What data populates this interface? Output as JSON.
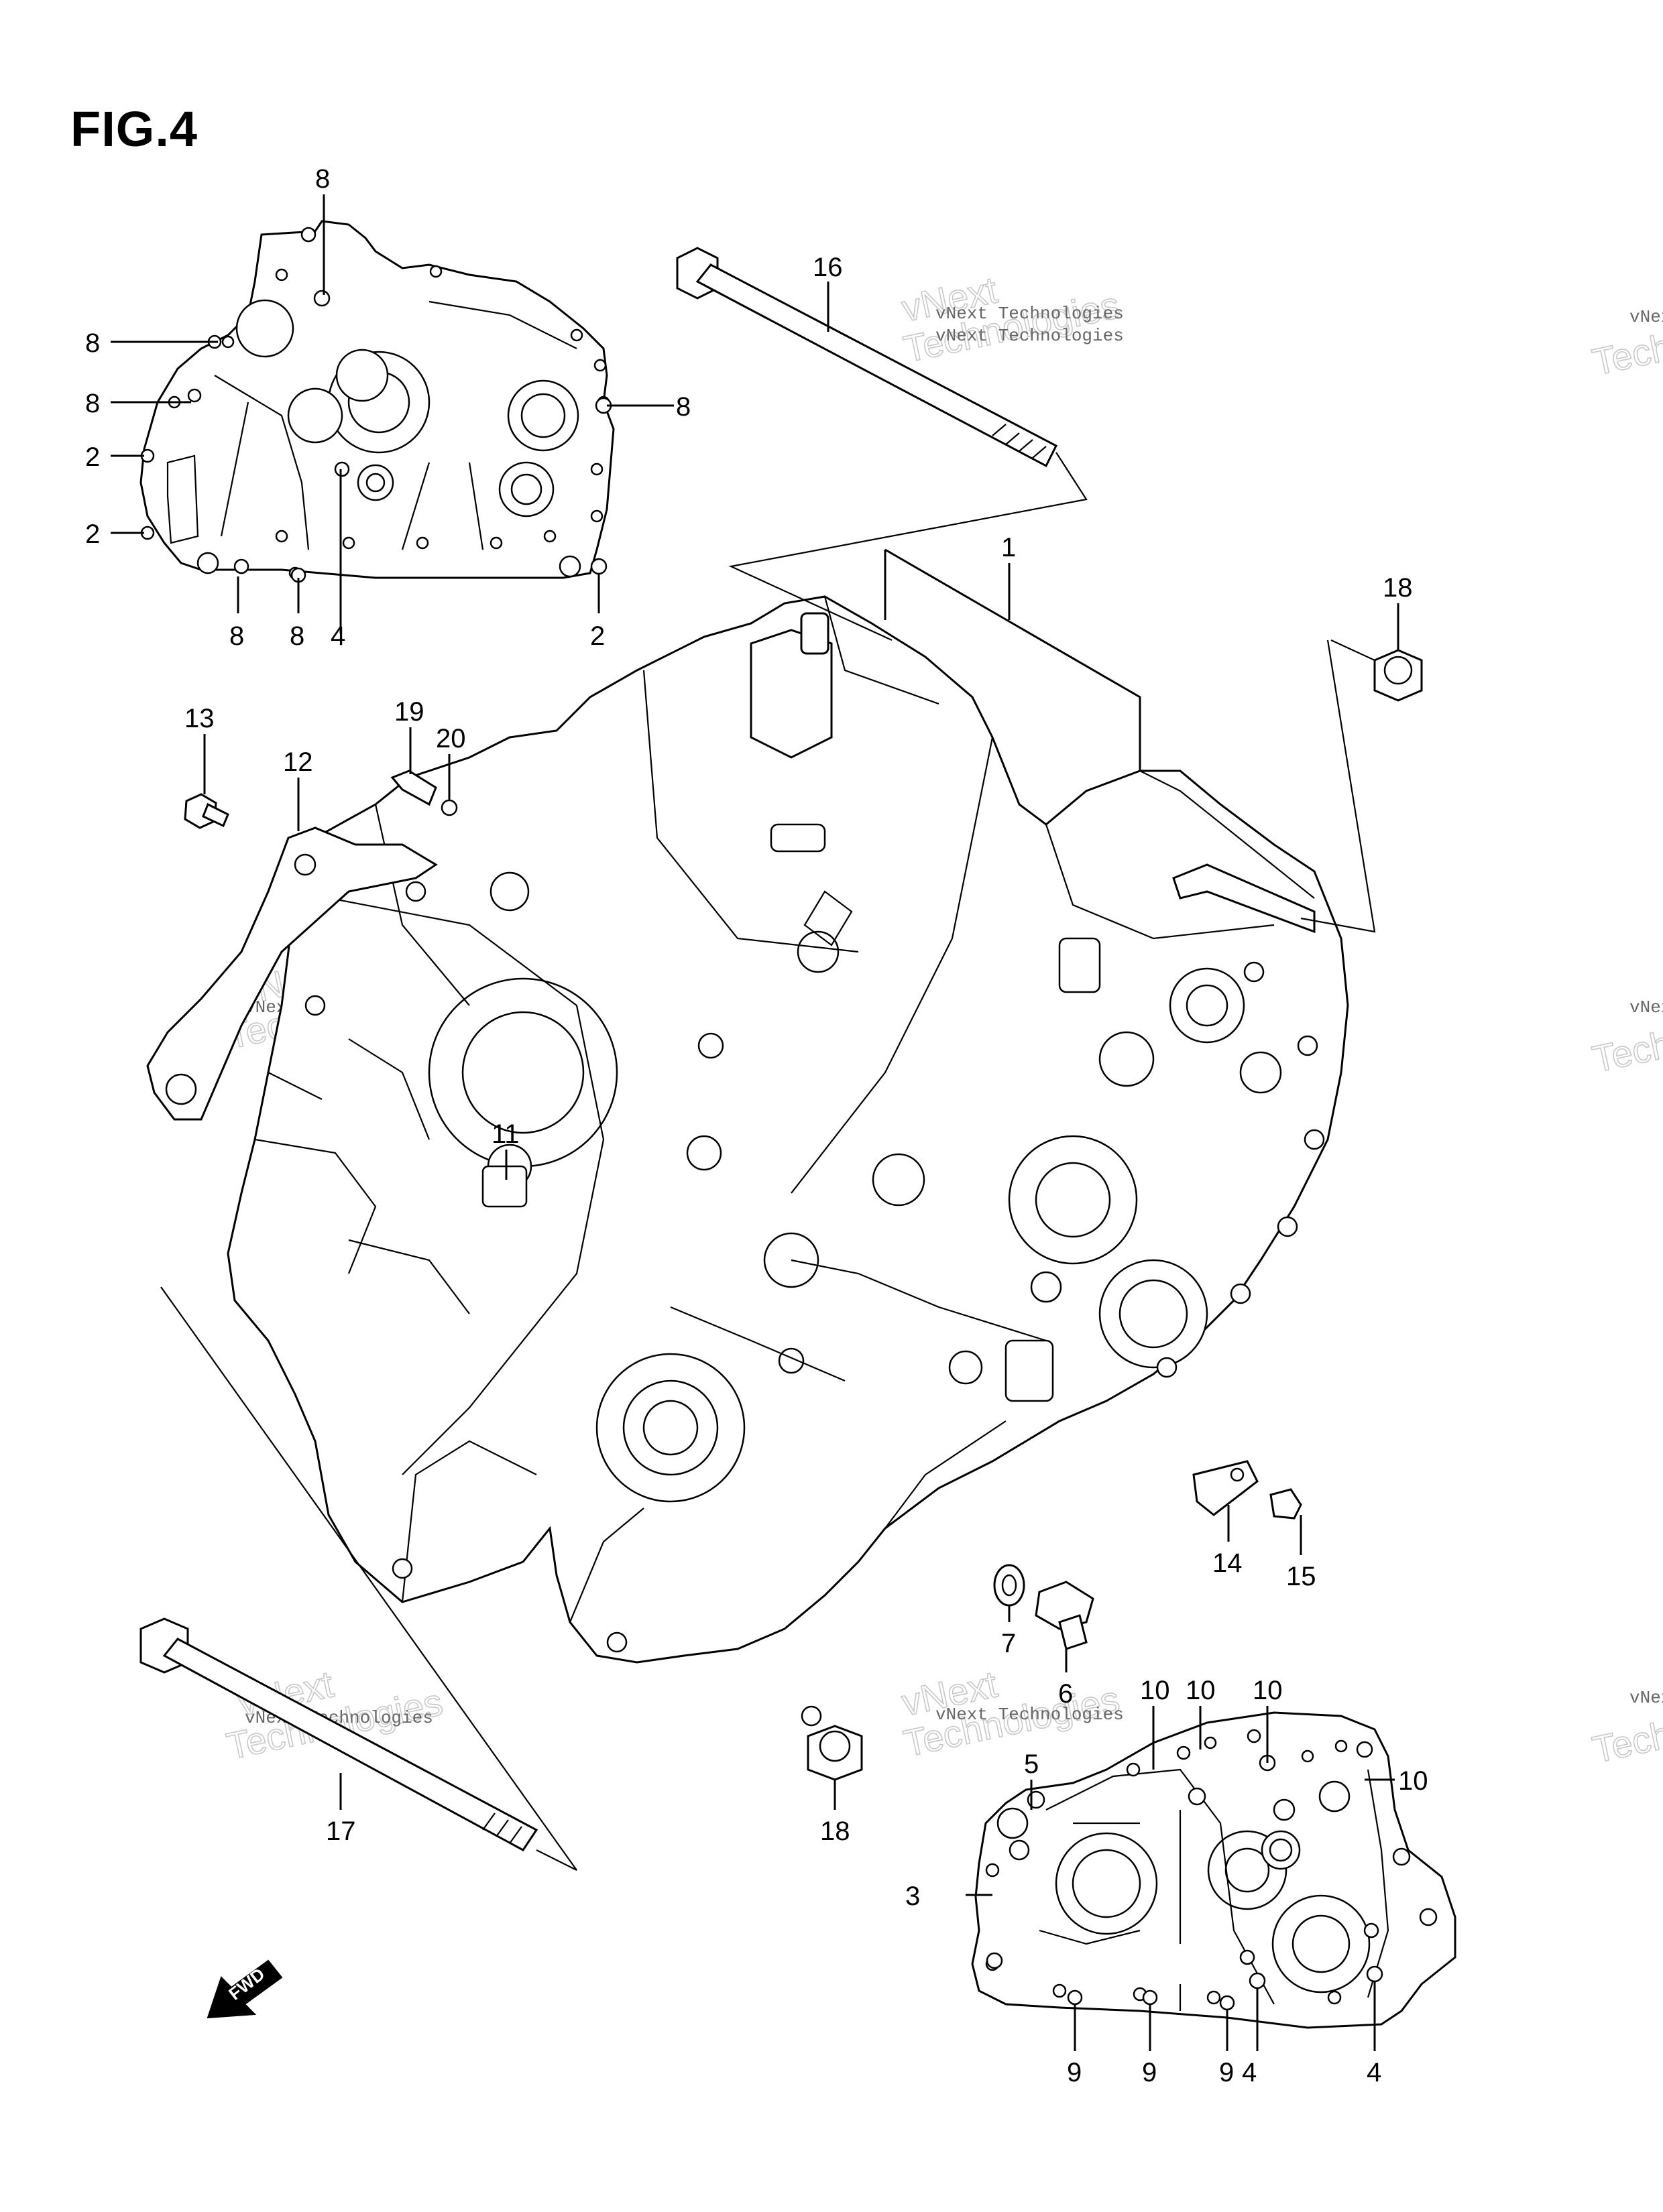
{
  "figure": {
    "title": "FIG.4"
  },
  "watermark": {
    "line1": "vNext Technologies",
    "line2": "vNext",
    "line3": "Technologies"
  },
  "fwd_arrow": {
    "label": "FWD",
    "icon": "fwd-arrow-icon"
  },
  "callouts": [
    {
      "id": "c16",
      "text": "16"
    },
    {
      "id": "c1",
      "text": "1"
    },
    {
      "id": "c18a",
      "text": "18"
    },
    {
      "id": "c18b",
      "text": "18"
    },
    {
      "id": "c13",
      "text": "13"
    },
    {
      "id": "c12",
      "text": "12"
    },
    {
      "id": "c19",
      "text": "19"
    },
    {
      "id": "c20",
      "text": "20"
    },
    {
      "id": "c11",
      "text": "11"
    },
    {
      "id": "c14",
      "text": "14"
    },
    {
      "id": "c15",
      "text": "15"
    },
    {
      "id": "c7",
      "text": "7"
    },
    {
      "id": "c6",
      "text": "6"
    },
    {
      "id": "c17",
      "text": "17"
    },
    {
      "id": "c8a",
      "text": "8"
    },
    {
      "id": "c8b",
      "text": "8"
    },
    {
      "id": "c8c",
      "text": "8"
    },
    {
      "id": "c8d",
      "text": "8"
    },
    {
      "id": "c8e",
      "text": "8"
    },
    {
      "id": "c8f",
      "text": "8"
    },
    {
      "id": "c2a",
      "text": "2"
    },
    {
      "id": "c2b",
      "text": "2"
    },
    {
      "id": "c2c",
      "text": "2"
    },
    {
      "id": "c4a",
      "text": "4"
    },
    {
      "id": "c10a",
      "text": "10"
    },
    {
      "id": "c10b",
      "text": "10"
    },
    {
      "id": "c10c",
      "text": "10"
    },
    {
      "id": "c10d",
      "text": "10"
    },
    {
      "id": "c5",
      "text": "5"
    },
    {
      "id": "c3",
      "text": "3"
    },
    {
      "id": "c9a",
      "text": "9"
    },
    {
      "id": "c9b",
      "text": "9"
    },
    {
      "id": "c9c",
      "text": "9"
    },
    {
      "id": "c4b",
      "text": "4"
    },
    {
      "id": "c4c",
      "text": "4"
    }
  ]
}
